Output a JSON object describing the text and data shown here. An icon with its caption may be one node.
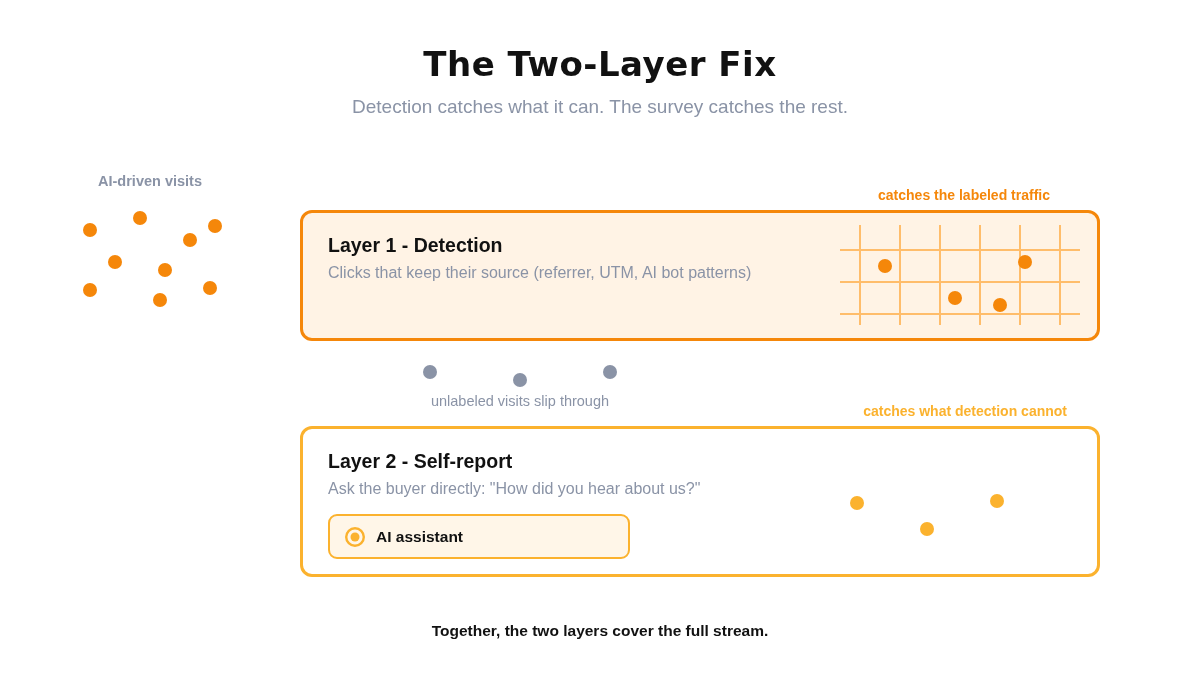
{
  "diagram": {
    "title": "The Two-Layer Fix",
    "caption": "Together, the two layers cover the full stream.",
    "nodes": [
      {
        "text": [
          "Layer 1 - Detection",
          "Clicks that keep their source (referrer, UTM, AI bot patterns)"
        ],
        "beside": [
          "catches the labeled traffic"
        ]
      },
      {
        "text": [
          "Layer 2 - Self-report",
          "Ask the buyer directly: \"How did you hear about us?\""
        ],
        "beside": [
          "catches what detection cannot"
        ]
      },
      {
        "text": [
          "AI assistant"
        ],
        "in": 1
      }
    ],
    "edges": [],
    "labels": [
      "Detection catches what it can. The survey catches the rest.",
      "AI-driven visits",
      "unlabeled visits slip through"
    ]
  }
}
